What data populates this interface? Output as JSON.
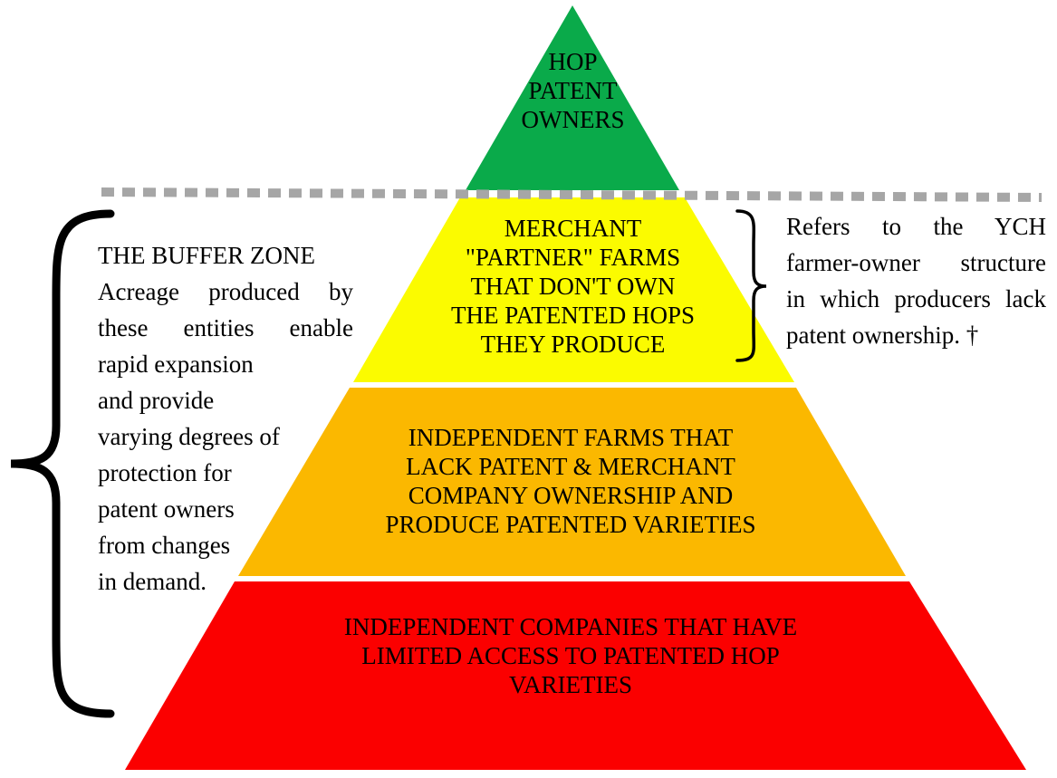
{
  "colors": {
    "tier1": "#0aaa4a",
    "tier2": "#fbfb00",
    "tier3": "#fbb800",
    "tier4": "#fb0000",
    "divider": "#a6a6a6",
    "brace": "#000000"
  },
  "tiers": [
    {
      "key": "patent-owners",
      "lines": [
        "HOP",
        "PATENT",
        "OWNERS"
      ]
    },
    {
      "key": "merchant-partner-farms",
      "lines": [
        "MERCHANT",
        "\"PARTNER\" FARMS",
        "THAT DON'T OWN",
        "THE PATENTED HOPS",
        "THEY PRODUCE"
      ]
    },
    {
      "key": "independent-farms",
      "lines": [
        "INDEPENDENT FARMS THAT",
        "LACK PATENT & MERCHANT",
        "COMPANY OWNERSHIP AND",
        "PRODUCE PATENTED VARIETIES"
      ]
    },
    {
      "key": "independent-companies",
      "lines": [
        "INDEPENDENT COMPANIES THAT HAVE",
        "LIMITED ACCESS TO PATENTED HOP",
        "VARIETIES"
      ]
    }
  ],
  "buffer_zone": {
    "title": "THE BUFFER ZONE",
    "lines": [
      "Acreage produced by",
      "these entities enable",
      "rapid expansion",
      "and provide",
      "varying degrees of",
      "protection for",
      "patent owners",
      "from changes",
      "in demand."
    ]
  },
  "ych_note": {
    "lines": [
      "Refers to the YCH",
      "farmer-owner structure",
      "in which producers lack",
      "patent ownership. †"
    ]
  }
}
